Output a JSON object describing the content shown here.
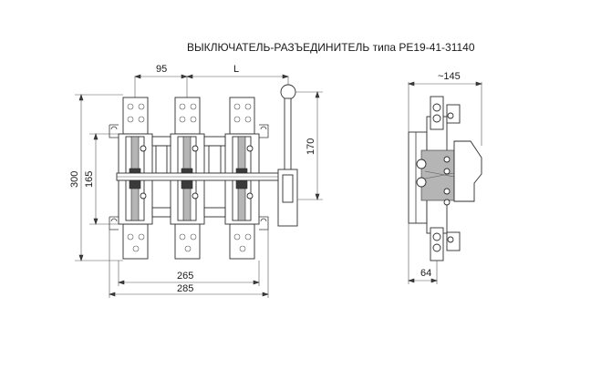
{
  "title": "ВЫКЛЮЧАТЕЛЬ-РАЗЪЕДИНИТЕЛЬ типа РЕ19-41-31140",
  "dimensions": {
    "pole_pitch": "95",
    "handle_offset": "L",
    "handle_height": "170",
    "overall_height": "300",
    "mounting_height": "165",
    "width_inner": "265",
    "width_outer": "285",
    "side_depth": "~145",
    "side_base": "64"
  }
}
